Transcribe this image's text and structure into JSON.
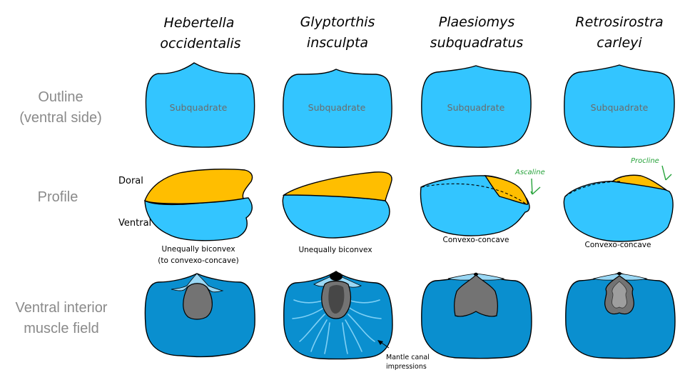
{
  "species": [
    {
      "line1": "Hebertella",
      "line2": "occidentalis"
    },
    {
      "line1": "Glyptorthis",
      "line2": "insculpta"
    },
    {
      "line1": "Plaesiomys",
      "line2": "subquadratus"
    },
    {
      "line1": "Retrosirostra",
      "line2": "carleyi"
    }
  ],
  "row_labels": {
    "outline_line1": "Outline",
    "outline_line2": "(ventral side)",
    "profile": "Profile",
    "interior_line1": "Ventral  interior",
    "interior_line2": "muscle field"
  },
  "outline_labels": [
    "Subquadrate",
    "Subquadrate",
    "Subquadrate",
    "Subquadrate"
  ],
  "profile": {
    "doral": "Doral",
    "ventral": "Ventral",
    "captions": [
      {
        "line1": "Unequally biconvex",
        "line2": "(to convexo-concave)"
      },
      {
        "line1": "Unequally biconvex",
        "line2": ""
      },
      {
        "line1": "Convexo-concave",
        "line2": ""
      },
      {
        "line1": "Convexo-concave",
        "line2": ""
      }
    ],
    "ascaline": "Ascaline",
    "procline": "Procline"
  },
  "mantle_note": {
    "line1": "Mantle canal",
    "line2": "impressions"
  },
  "colors": {
    "outline_fill": "#33c5ff",
    "dorsal_fill": "#ffbe00",
    "interior_fill": "#0a8fcf",
    "interior_light": "#9ad8f5",
    "muscle_fill": "#737373",
    "muscle_dark": "#474747",
    "row_label": "#8a8a8a",
    "annotation_green": "#27a33b"
  }
}
